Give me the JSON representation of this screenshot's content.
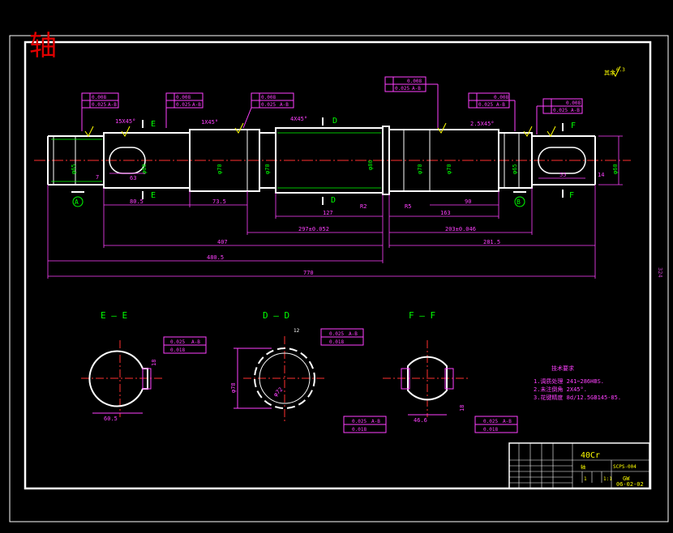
{
  "title": "轴",
  "roughness_note": "其余",
  "roughness_value": "6.3",
  "gdt_frames": [
    {
      "sym": "↗",
      "val": "0.008",
      "val2": "0.025",
      "ref": "A-B"
    },
    {
      "sym": "↗",
      "val": "0.008",
      "val2": "0.025",
      "ref": "A-B"
    },
    {
      "sym": "↗",
      "val": "0.008",
      "val2": "0.025",
      "ref": "A-B"
    },
    {
      "sym": "↗",
      "val": "0.008",
      "val2": "0.025",
      "ref": "A-B"
    },
    {
      "sym": "↗",
      "val": "0.008",
      "val2": "0.025",
      "ref": "A-B"
    },
    {
      "sym": "↗",
      "val": "0.008",
      "val2": "0.025",
      "ref": "A-B"
    }
  ],
  "chamfers": {
    "c1": "15X45°",
    "c2": "1X45°",
    "c3": "4X45°",
    "c4": "2.5X45°"
  },
  "section_marks": {
    "e": "E",
    "d": "D",
    "f": "F"
  },
  "datums": {
    "a": "A",
    "b": "B"
  },
  "radii": {
    "r1": "R2",
    "r2": "R5"
  },
  "diameters": {
    "d1": "φ65",
    "d2": "φ60",
    "d3": "φ70",
    "d4": "φ70",
    "d5": "φ86",
    "d6": "φ70",
    "d7": "φ70",
    "d8": "φ65",
    "d9": "φ60"
  },
  "dims": {
    "d7": "7",
    "d63": "63",
    "d80": "80.5",
    "d73": "73.5",
    "d127": "127",
    "d163": "163",
    "d90": "90",
    "d297": "297±0.052",
    "d203": "203±0.046",
    "d407": "407",
    "d281": "281.5",
    "d480": "480.5",
    "d770": "770",
    "d55": "55",
    "d14": "14",
    "side": "324"
  },
  "sections": {
    "ee": "E — E",
    "dd": "D — D",
    "ff": "F — F",
    "ee_dim": "60.5",
    "ee_key": "18",
    "dd_od": "φ78",
    "dd_id": "φ72",
    "dd_w": "12",
    "ff_dim": "46.6",
    "ff_key": "18",
    "tol1": "0.025",
    "tol2": "0.018",
    "ref": "A-B"
  },
  "tech_req": {
    "title": "技术要求",
    "lines": [
      "1.调质处理 241~286HBS.",
      "2.未注倒角 2X45°.",
      "3.花键精度 8d/12.5GB145-85."
    ]
  },
  "title_block": {
    "material": "40Cr",
    "drawing_no": "SCPS-004",
    "part": "轴",
    "scale": "1:1",
    "sheet": "1",
    "code": "GW",
    "date": "06-02-02"
  }
}
